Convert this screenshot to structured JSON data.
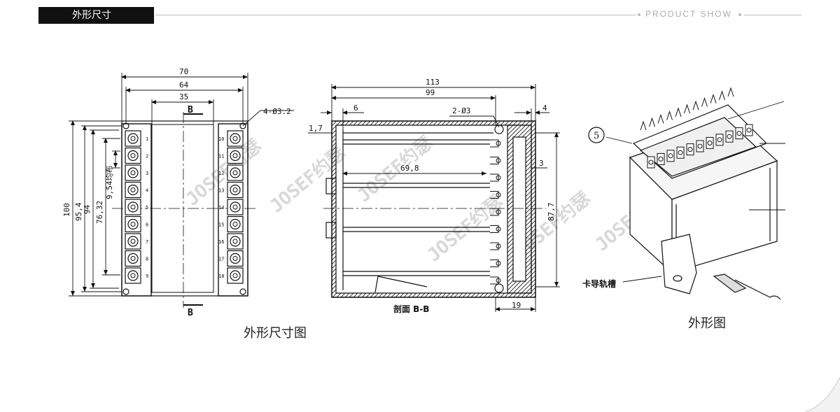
{
  "header": {
    "title": "外形尺寸",
    "right_label": "PRODUCT SHOW"
  },
  "watermark": "JOSEF约瑟",
  "front_view": {
    "dims": {
      "w70": "70",
      "w64": "64",
      "w35": "35",
      "hole": "4-Ø3.2",
      "h100": "100",
      "h95": "95,4",
      "h94": "94",
      "h76": "76,32",
      "pitch": "9,54均布",
      "section_top": "B",
      "section_bottom": "B"
    },
    "left_terminals": [
      "1",
      "2",
      "3",
      "4",
      "5",
      "6",
      "7",
      "8",
      "9"
    ],
    "right_terminals": [
      "10",
      "11",
      "12",
      "13",
      "14",
      "15",
      "16",
      "17",
      "18"
    ]
  },
  "section_view": {
    "dims": {
      "w113": "113",
      "w99": "99",
      "d6": "6",
      "d4": "4",
      "hole": "2-Ø3",
      "d17": "1,7",
      "d69": "69,8",
      "d3": "3",
      "h87": "87,7",
      "d19": "19"
    },
    "label": "剖面 B-B"
  },
  "iso_view": {
    "callout": "5",
    "rail_label": "卡导轨槽"
  },
  "captions": {
    "left": "外形尺寸图",
    "right": "外形图"
  }
}
